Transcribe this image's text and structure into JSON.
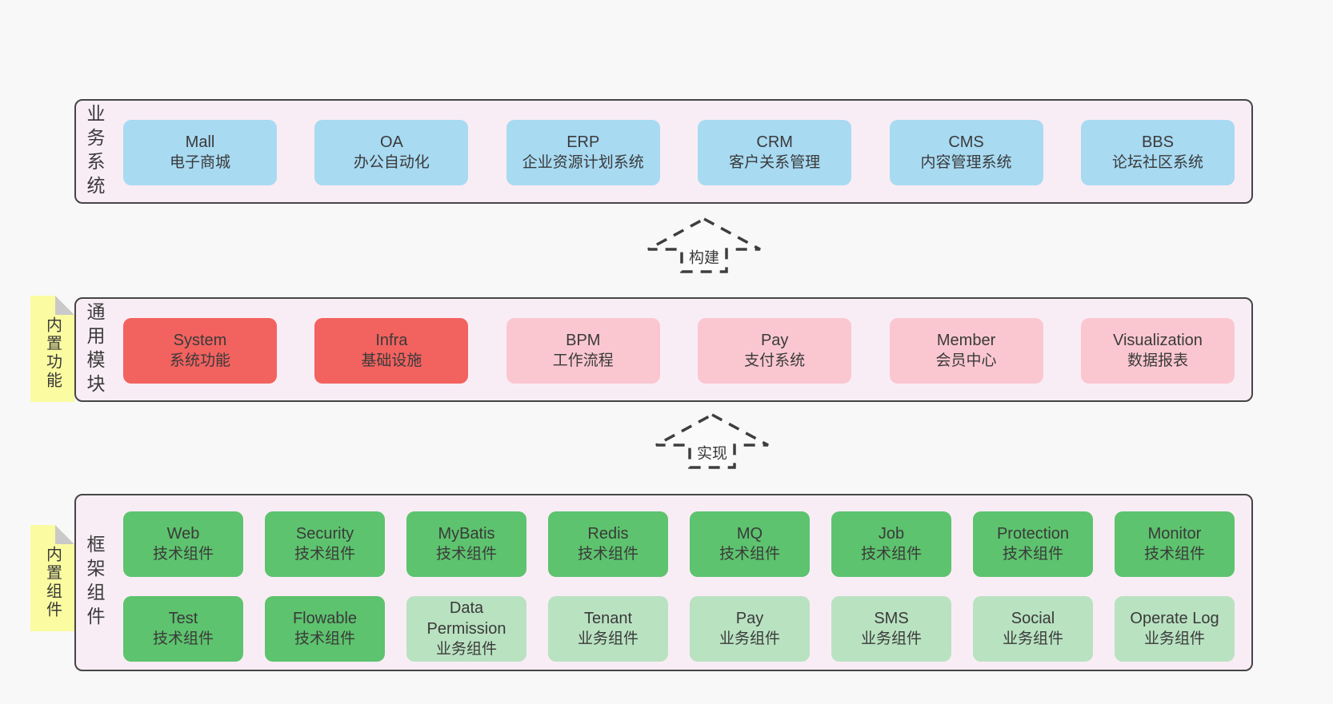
{
  "colors": {
    "page_background": "#f8f8f8",
    "panel_background": "#f9edf5",
    "panel_border": "#454545",
    "blue_box": "#a8daf2",
    "red_box": "#f2625f",
    "pink_box": "#fac7d1",
    "green_box": "#5dc36e",
    "light_green_box": "#b9e2c1",
    "sticky_note": "#fbfba1",
    "sticky_fold": "#c9c9c9",
    "text": "#3a3a3a"
  },
  "business_panel": {
    "side_label": "业务系统",
    "boxes": [
      {
        "name": "Mall",
        "desc": "电子商城"
      },
      {
        "name": "OA",
        "desc": "办公自动化"
      },
      {
        "name": "ERP",
        "desc": "企业资源计划系统"
      },
      {
        "name": "CRM",
        "desc": "客户关系管理"
      },
      {
        "name": "CMS",
        "desc": "内容管理系统"
      },
      {
        "name": "BBS",
        "desc": "论坛社区系统"
      }
    ]
  },
  "build_arrow": {
    "label": "构建"
  },
  "modules_panel": {
    "side_label": "通用模块",
    "sticky_note": "内置功能",
    "boxes": [
      {
        "name": "System",
        "desc": "系统功能"
      },
      {
        "name": "Infra",
        "desc": "基础设施"
      },
      {
        "name": "BPM",
        "desc": "工作流程"
      },
      {
        "name": "Pay",
        "desc": "支付系统"
      },
      {
        "name": "Member",
        "desc": "会员中心"
      },
      {
        "name": "Visualization",
        "desc": "数据报表"
      }
    ]
  },
  "implement_arrow": {
    "label": "实现"
  },
  "components_panel": {
    "side_label": "框架组件",
    "sticky_note": "内置组件",
    "row1": [
      {
        "name": "Web",
        "desc": "技术组件"
      },
      {
        "name": "Security",
        "desc": "技术组件"
      },
      {
        "name": "MyBatis",
        "desc": "技术组件"
      },
      {
        "name": "Redis",
        "desc": "技术组件"
      },
      {
        "name": "MQ",
        "desc": "技术组件"
      },
      {
        "name": "Job",
        "desc": "技术组件"
      },
      {
        "name": "Protection",
        "desc": "技术组件"
      },
      {
        "name": "Monitor",
        "desc": "技术组件"
      }
    ],
    "row2": [
      {
        "name": "Test",
        "desc": "技术组件"
      },
      {
        "name": "Flowable",
        "desc": "技术组件"
      },
      {
        "name": "Data Permission",
        "desc": "业务组件"
      },
      {
        "name": "Tenant",
        "desc": "业务组件"
      },
      {
        "name": "Pay",
        "desc": "业务组件"
      },
      {
        "name": "SMS",
        "desc": "业务组件"
      },
      {
        "name": "Social",
        "desc": "业务组件"
      },
      {
        "name": "Operate Log",
        "desc": "业务组件"
      }
    ]
  }
}
